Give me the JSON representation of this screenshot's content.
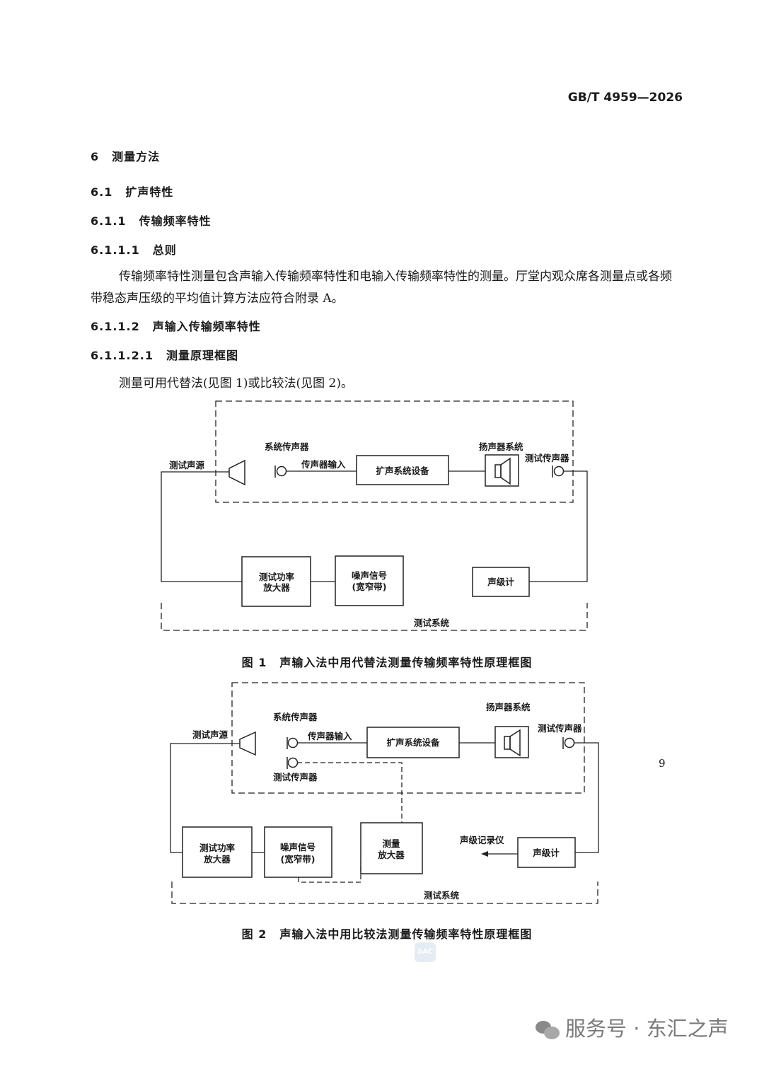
{
  "header": {
    "doc_code": "GB/T  4959—2026"
  },
  "sections": [
    {
      "num": "6",
      "title": "测量方法"
    },
    {
      "num": "6.1",
      "title": "扩声特性"
    },
    {
      "num": "6.1.1",
      "title": "传输频率特性"
    },
    {
      "num": "6.1.1.1",
      "title": "总则"
    },
    {
      "num": "6.1.1.2",
      "title": "声输入传输频率特性"
    },
    {
      "num": "6.1.1.2.1",
      "title": "测量原理框图"
    }
  ],
  "paragraphs": [
    "传输频率特性测量包含声输入传输频率特性和电输入传输频率特性的测量。厅堂内观众席各测量点或各频带稳态声压级的平均值计算方法应符合附录 A。",
    "测量可用代替法(见图 1)或比较法(见图 2)。"
  ],
  "figure1": {
    "labels": {
      "test_source": "测试声源",
      "system_mic": "系统传声器",
      "mic_input": "传声器输入",
      "pa_equipment": "扩声系统设备",
      "speaker_system": "扬声器系统",
      "test_mic": "测试传声器",
      "amp_line1": "测试功率",
      "amp_line2": "放大器",
      "noise_line1": "噪声信号",
      "noise_line2": "(宽窄带)",
      "slm": "声级计",
      "test_system": "测试系统"
    },
    "caption_num": "图 1",
    "caption": "声输入法中用代替法测量传输频率特性原理框图"
  },
  "figure2": {
    "labels": {
      "test_source": "测试声源",
      "system_mic": "系统传声器",
      "mic_input": "传声器输入",
      "pa_equipment": "扩声系统设备",
      "speaker_system": "扬声器系统",
      "test_mic_right": "测试传声器",
      "test_mic_left": "测试传声器",
      "amp_line1": "测试功率",
      "amp_line2": "放大器",
      "noise_line1": "噪声信号",
      "noise_line2": "(宽窄带)",
      "meas_amp_line1": "测量",
      "meas_amp_line2": "放大器",
      "level_recorder": "声级记录仪",
      "slm": "声级计",
      "test_system": "测试系统"
    },
    "caption_num": "图 2",
    "caption": "声输入法中用比较法测量传输频率特性原理框图"
  },
  "page_number": "9",
  "watermark_text": "SAC",
  "footer": {
    "text": "服务号 · 东汇之声",
    "icon": "wechat-icon"
  }
}
